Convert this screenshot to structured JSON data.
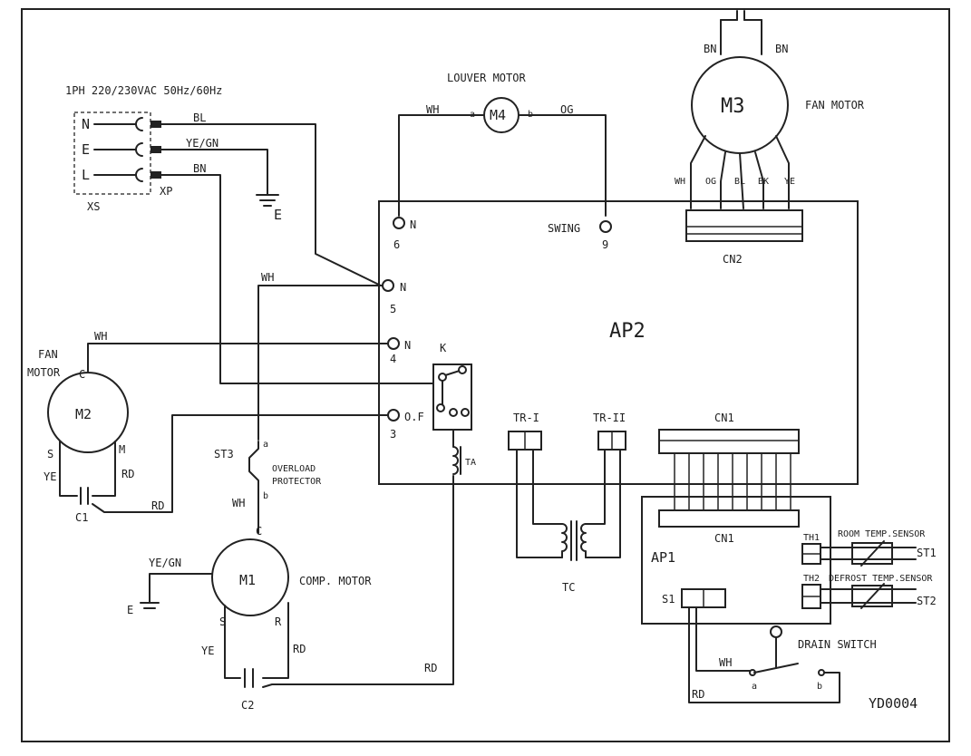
{
  "supply": {
    "spec": "1PH 220/230VAC 50Hz/60Hz",
    "terminals": [
      "N",
      "E",
      "L"
    ],
    "xs": "XS",
    "xp": "XP",
    "earth": "E"
  },
  "wires": {
    "bl": "BL",
    "yegn": "YE/GN",
    "bn": "BN",
    "wh": "WH",
    "rd": "RD",
    "ye": "YE",
    "og": "OG",
    "bk": "BK"
  },
  "louver_motor": {
    "title": "LOUVER MOTOR",
    "id": "M4",
    "pin_a": "a",
    "pin_b": "b"
  },
  "fan_motor_top": {
    "title": "FAN MOTOR",
    "id": "M3",
    "wire_colors": [
      "WH",
      "OG",
      "BL",
      "BK",
      "YE"
    ],
    "connector": "CN2"
  },
  "ap2": {
    "label": "AP2",
    "terminals": [
      {
        "name": "N",
        "num": "6"
      },
      {
        "name": "N",
        "num": "5"
      },
      {
        "name": "N",
        "num": "4"
      },
      {
        "name": "O.F",
        "num": "3"
      }
    ],
    "swing": {
      "name": "SWING",
      "num": "9"
    },
    "relay": "K",
    "ta": "TA",
    "tr1": "TR-I",
    "tr2": "TR-II",
    "cn1": "CN1"
  },
  "fan_motor_left": {
    "title_line1": "FAN",
    "title_line2": "MOTOR",
    "id": "M2",
    "c": "C",
    "s": "S",
    "m": "M",
    "capacitor": "C1"
  },
  "overload": {
    "id": "ST3",
    "line1": "OVERLOAD",
    "line2": "PROTECTOR",
    "a": "a",
    "b": "b"
  },
  "comp_motor": {
    "title": "COMP. MOTOR",
    "id": "M1",
    "c": "C",
    "s": "S",
    "r": "R",
    "capacitor": "C2",
    "earth": "E"
  },
  "transformer": {
    "label": "TC"
  },
  "ap1": {
    "label": "AP1",
    "cn1": "CN1",
    "s1": "S1",
    "th1": "TH1",
    "th2": "TH2",
    "room_sensor": "ROOM TEMP.SENSOR",
    "defrost_sensor": "DEFROST TEMP.SENSOR",
    "st1": "ST1",
    "st2": "ST2"
  },
  "drain_switch": {
    "title": "DRAIN SWITCH",
    "a": "a",
    "b": "b"
  },
  "doc_code": "YD0004",
  "colors": {
    "ink": "#222222",
    "paper": "#ffffff"
  }
}
